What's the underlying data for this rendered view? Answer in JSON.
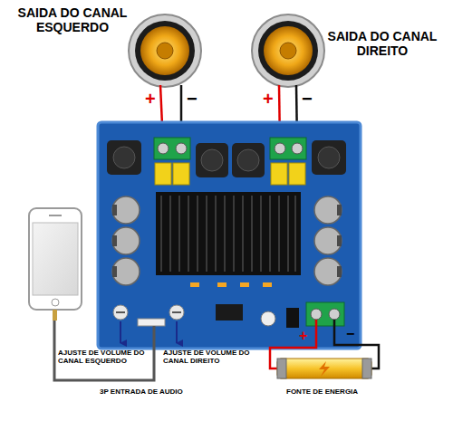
{
  "diagram": {
    "labels": [
      "SAIDA DO CANAL ESQUERDO",
      "SAIDA DO CANAL DIREITO",
      "+",
      "−",
      "+",
      "−",
      "AJUSTE DE VOLUME DO CANAL ESQUERDO",
      "AJUSTE DE VOLUME DO CANAL DIREITO",
      "3P ENTRADA DE AUDIO",
      "+",
      "−",
      "FONTE DE ENERGIA"
    ]
  }
}
